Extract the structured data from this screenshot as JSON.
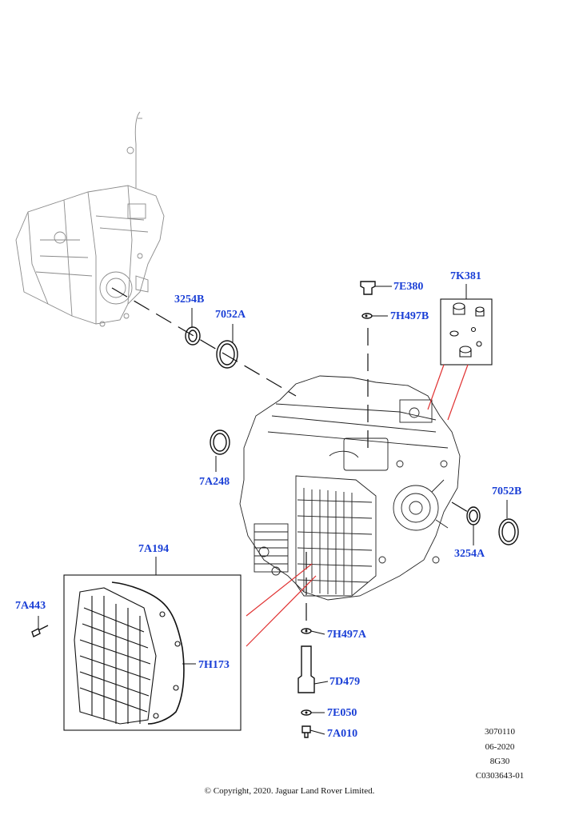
{
  "callouts": {
    "c7E380": "7E380",
    "c7K381": "7K381",
    "c7H497B": "7H497B",
    "c3254B": "3254B",
    "c7052A": "7052A",
    "c7A248": "7A248",
    "c7052B": "7052B",
    "c3254A": "3254A",
    "c7A194": "7A194",
    "c7A443": "7A443",
    "c7H173": "7H173",
    "c7H497A": "7H497A",
    "c7D479": "7D479",
    "c7E050": "7E050",
    "c7A010": "7A010"
  },
  "meta": {
    "line1": "3070110",
    "line2": "06-2020",
    "line3": "8G30",
    "line4": "C0303643-01"
  },
  "copyright": "© Copyright, 2020. Jaguar Land Rover Limited.",
  "colors": {
    "callout_text": "#1a3fd6",
    "leader_red": "#e03030",
    "outline": "#222222",
    "ghost": "#8a8a8a"
  }
}
